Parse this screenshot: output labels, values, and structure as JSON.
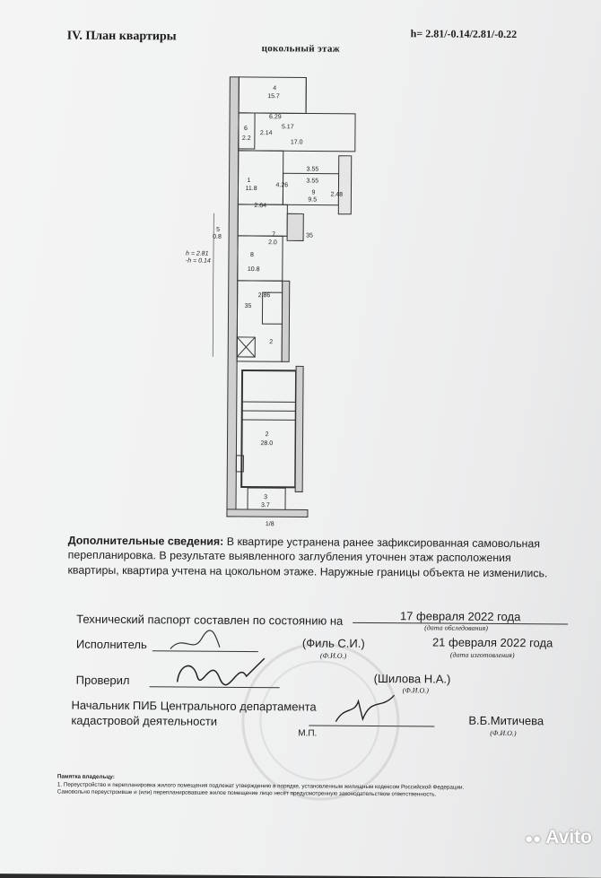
{
  "header": {
    "section_title": "IV. План квартиры",
    "height_code": "h= 2.81/-0.14/2.81/-0.22",
    "floor_label": "цокольный этаж"
  },
  "plan": {
    "rooms": [
      {
        "number": "4",
        "area": "15.7"
      },
      {
        "number": "6",
        "area": "2.2"
      },
      {
        "number": "1",
        "area": "11.8"
      },
      {
        "number": "9",
        "area": "9.5"
      },
      {
        "number": "5",
        "area": "0.8"
      },
      {
        "number": "7",
        "area": "2.0"
      },
      {
        "number": "8",
        "area": "10.8"
      },
      {
        "number": "2",
        "area": "28.0"
      },
      {
        "number": "3",
        "area": "3.7"
      }
    ],
    "dimensions": [
      "6.29",
      "5.17",
      "17.0",
      "2.14",
      "3.55",
      "3.55",
      "4.26",
      "2.48",
      "2.64",
      "35",
      "2.86",
      "35",
      "2",
      "1/8"
    ],
    "height_note_1": "h = 2.81",
    "height_note_2": "-h = 0.14"
  },
  "info": {
    "label": "Дополнительные сведения:",
    "text": "В квартире устранена ранее зафиксированная самовольная перепланировка. В результате выявленного заглубления уточнен этаж расположения квартиры, квартира учтена на цокольном этаже. Наружные границы объекта не изменились."
  },
  "passport": {
    "label": "Технический паспорт составлен по состоянию на",
    "survey_date": "17 февраля 2022 года",
    "survey_date_caption": "(дата обследования)",
    "executor_label": "Исполнитель",
    "executor_name": "(Филь С.И.)",
    "executor_caption": "(Ф.И.О.)",
    "production_date": "21 февраля 2022 года",
    "production_caption": "(дата изготовления)",
    "checked_label": "Проверил",
    "checked_name": "(Шилова Н.А.)",
    "checked_caption": "(Ф.И.О.)",
    "chief_label_1": "Начальник ПИБ Центрального департамента",
    "chief_label_2": "кадастровой деятельности",
    "chief_name": "В.Б.Митичева",
    "chief_caption": "(Ф.И.О.)",
    "seal_label": "М.П."
  },
  "memo": {
    "title": "Памятка владельцу:",
    "line1": "1. Переустройство и перепланировка жилого помещения подлежат утверждению в порядке, установленным жилищным кодексом Российской Федерации.",
    "line2": "Самовольно переустроивше и (или) перепланировавшее жилое помещение лицо несёт предусмотренную законодательством ответственность."
  },
  "watermark": "Avito"
}
